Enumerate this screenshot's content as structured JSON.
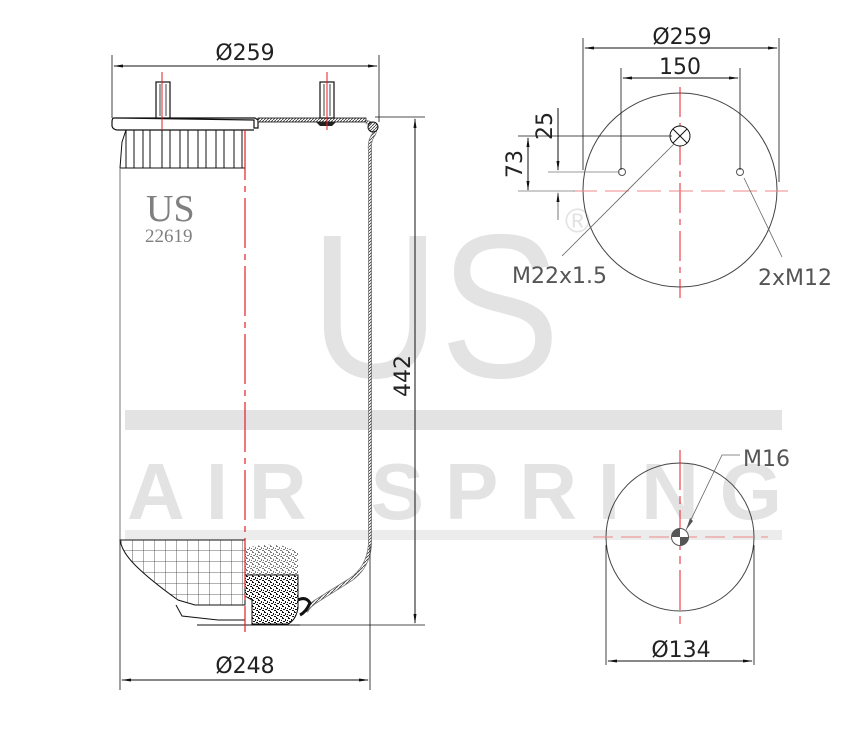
{
  "watermark": {
    "logo": "US",
    "registered": "®",
    "tagline": "AIR SPRING",
    "color": "#e3e3e3"
  },
  "side_view": {
    "brand_mark": "US",
    "part_number": "22619",
    "top_diameter": "Ø259",
    "bottom_diameter": "Ø248",
    "height": "442"
  },
  "top_view": {
    "diameter": "Ø259",
    "stud_spacing": "150",
    "offset_small": "25",
    "offset_large": "73",
    "center_thread": "M22x1.5",
    "stud_thread": "2xM12"
  },
  "bottom_view": {
    "diameter": "Ø134",
    "thread": "M16"
  },
  "colors": {
    "centerline": "#e0202a",
    "outline": "#1a1a1a",
    "callout": "#555555"
  }
}
